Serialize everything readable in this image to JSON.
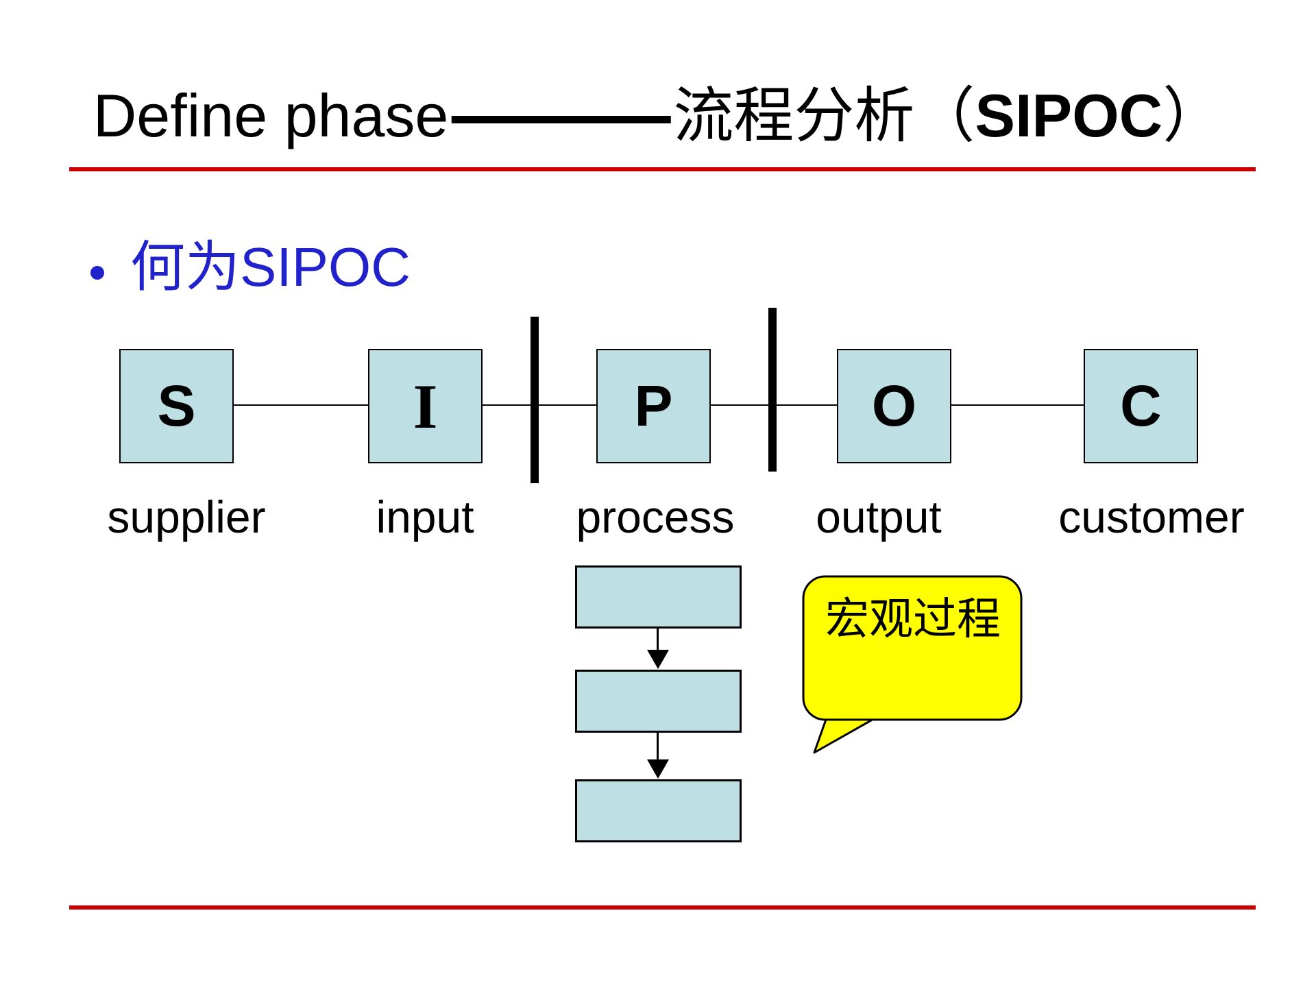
{
  "title": {
    "en": "Define phase",
    "zh": "流程分析",
    "paren_open": "（",
    "acronym": "SIPOC",
    "paren_close": "）"
  },
  "bullet": {
    "zh": "何为",
    "en": "SIPOC"
  },
  "sipoc": {
    "boxes": [
      {
        "letter": "S",
        "label": "supplier"
      },
      {
        "letter": "I",
        "label": "input"
      },
      {
        "letter": "P",
        "label": "process"
      },
      {
        "letter": "O",
        "label": "output"
      },
      {
        "letter": "C",
        "label": "customer"
      }
    ]
  },
  "callout": {
    "text": "宏观过程"
  },
  "colors": {
    "accent_red": "#CC0000",
    "bullet_blue": "#2222CC",
    "box_fill": "#BEDFE3",
    "callout_yellow": "#FFFF00",
    "line_black": "#000000"
  }
}
